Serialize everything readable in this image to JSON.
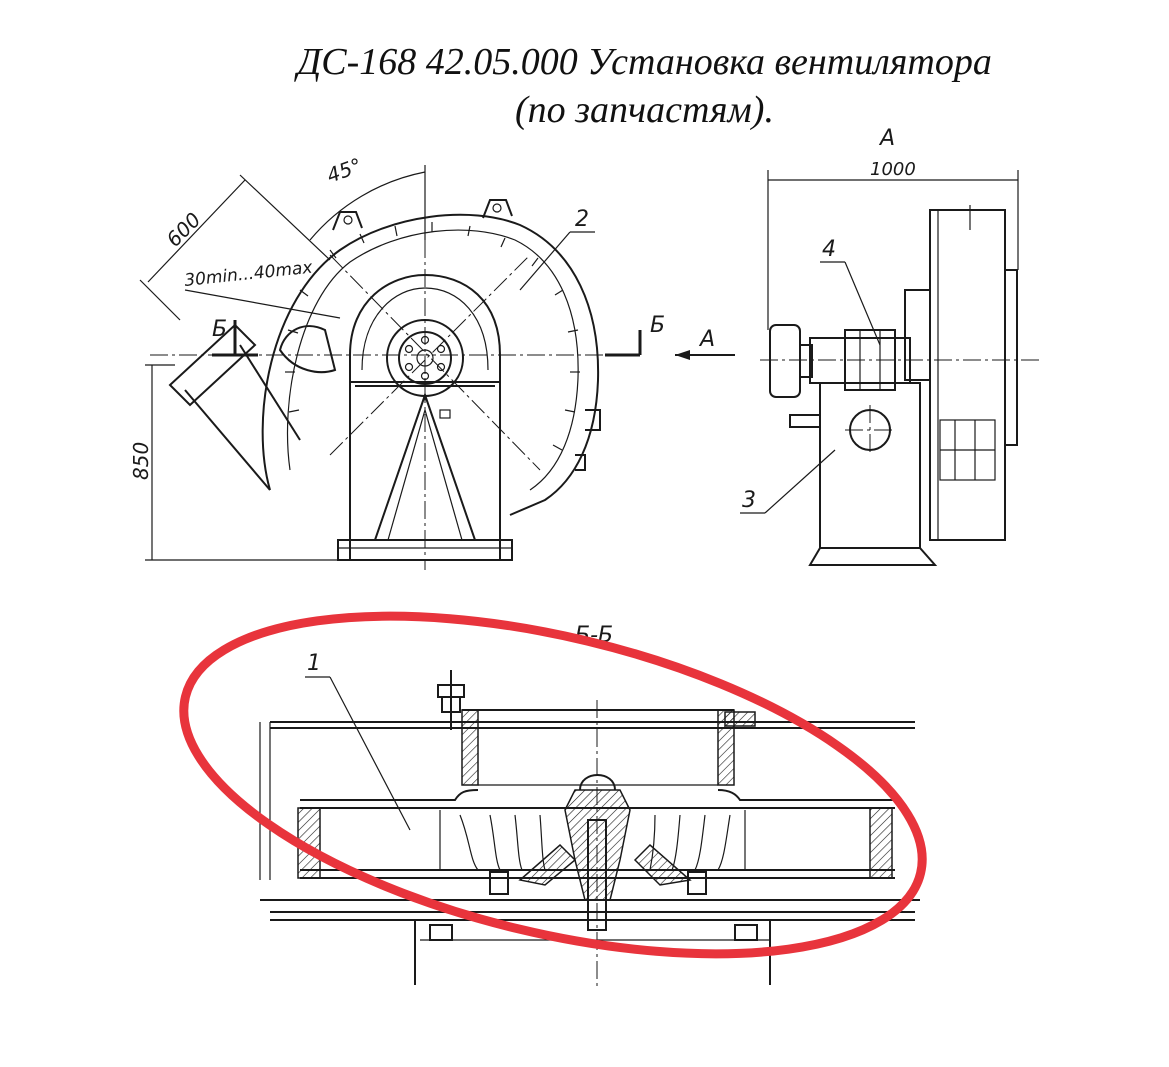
{
  "title": {
    "line1": "ДС-168 42.05.000 Установка вентилятора",
    "line2": "(по запчастям)."
  },
  "front_view": {
    "angle_label": "45°",
    "dim_600": "600",
    "dim_gap": "30min...40max",
    "section_mark_left": "Б",
    "section_mark_right": "Б",
    "view_arrow": "А",
    "dim_850": "850",
    "callout_2": "2"
  },
  "side_view": {
    "view_label": "А",
    "dim_1000": "1000",
    "callout_4": "4",
    "callout_3": "3"
  },
  "section_view": {
    "label": "Б-Б",
    "callout_1": "1"
  },
  "highlight": {
    "color": "#e8343c"
  }
}
